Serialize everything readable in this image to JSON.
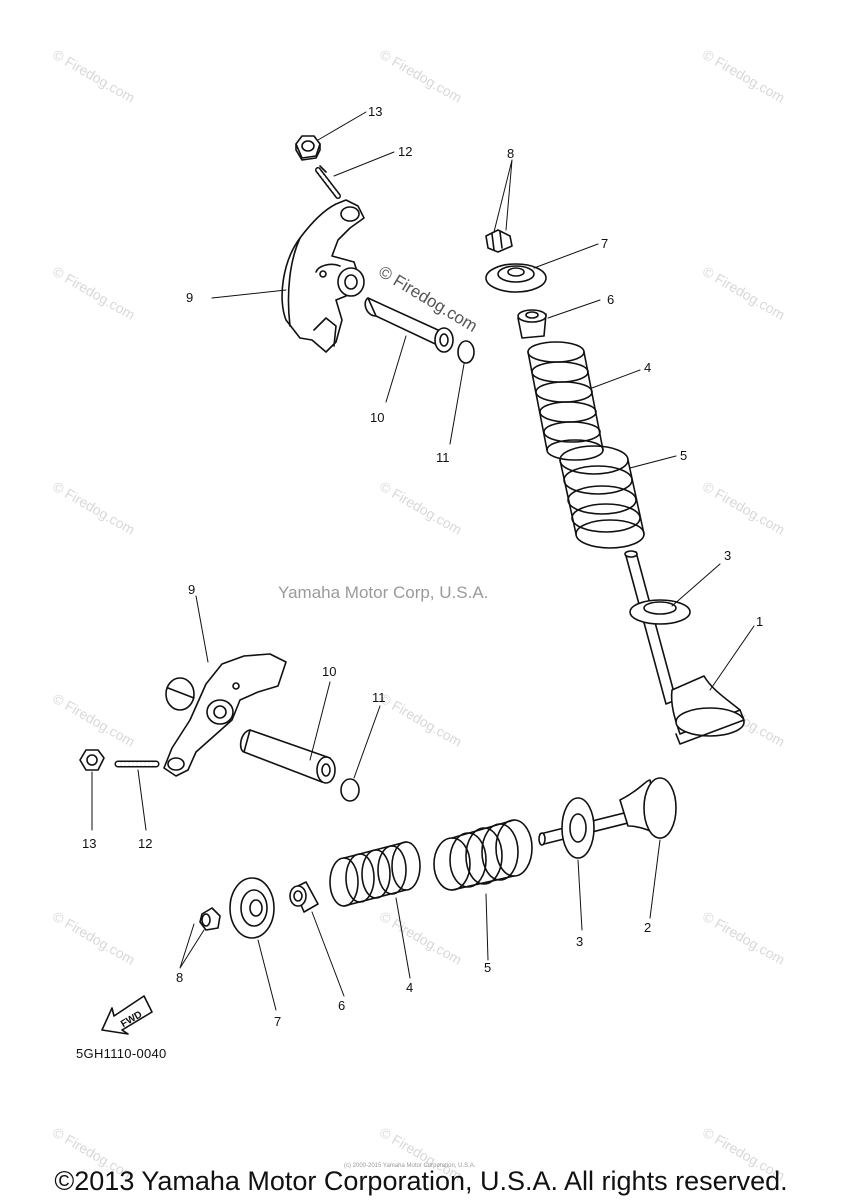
{
  "watermark": "© Firedog.com",
  "diagram": {
    "callouts_upper": {
      "c13": "13",
      "c12": "12",
      "c8": "8",
      "c7": "7",
      "c9": "9",
      "c6": "6",
      "c4": "4",
      "c10": "10",
      "c11": "11",
      "c5": "5",
      "c3": "3",
      "c1": "1"
    },
    "callouts_lower": {
      "c9": "9",
      "c10": "10",
      "c11": "11",
      "c13": "13",
      "c12": "12",
      "c3": "3",
      "c2": "2",
      "c8": "8",
      "c5": "5",
      "c4": "4",
      "c6": "6",
      "c7": "7"
    },
    "fwd_label": "FWD",
    "corp_text": "Yamaha Motor Corp, U.S.A.",
    "diagram_code": "5GH1110-0040"
  },
  "footer": {
    "tiny_note": "(c) 2000-2015 Yamaha Motor Corporation, U.S.A.",
    "copyright": "©2013 Yamaha Motor Corporation, U.S.A. All rights reserved."
  }
}
